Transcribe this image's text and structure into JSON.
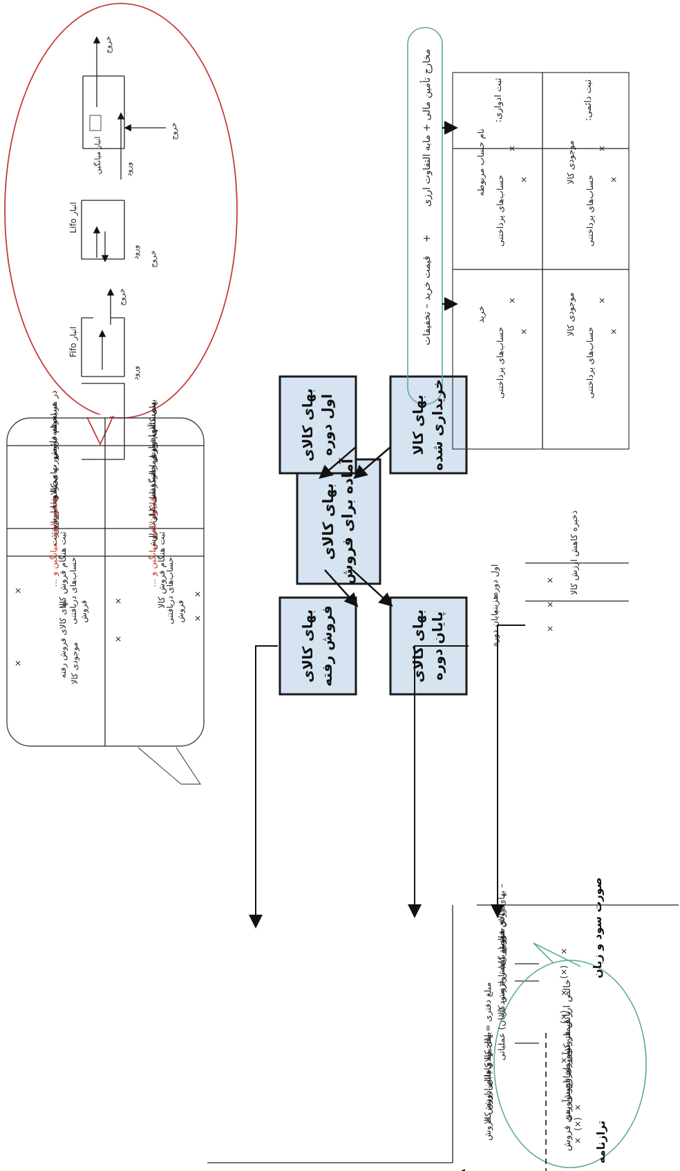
{
  "central": {
    "available": [
      "بهای کالای",
      "آماده برای فروش"
    ],
    "beginning": [
      "بهای کالای",
      "اول دوره"
    ],
    "purchased": [
      "بهای کالا",
      "خریداری شده"
    ],
    "cogs": [
      "بهای کالای",
      "فروش رفته"
    ],
    "ending": [
      "بهای کالای",
      "پایان دوره"
    ]
  },
  "systems": {
    "perpetual": {
      "title": "سیستم دائمی",
      "desc": [
        "در هر لحظه فروش، بهای کالای فروش",
        "رفته به صورت مجزا محاسبه و ثبت",
        "می‌شود، با روش:"
      ],
      "methods": "فایفو، لایفو، میانگین و …",
      "entry_title": "ثبت هنگام فروش کالا",
      "entry_lines": [
        "حساب‌های دریافتنی",
        "فروش",
        "بهای کالای فروش رفته",
        "موجودی کالا"
      ],
      "mark": "×"
    },
    "periodic": {
      "title": "سیستم ادواری",
      "desc": [
        "بهای کالای فروش رفته فقط یکبار",
        "آنهم بعد از انبارگردانی پایان سال",
        "محاسبه می‌شود، با روش:"
      ],
      "methods": "فایفو، لایفو، میانگین و …",
      "entry_title": "ثبت هنگام فروش کالا",
      "entry_lines": [
        "حساب‌های دریافتنی",
        "فروش"
      ],
      "mark": "×"
    }
  },
  "warehouses": {
    "fifo": "انبار Fifo",
    "lifo": "انبار Lifo",
    "avg": "انبار میانگین",
    "in": "ورود",
    "out": "خروج"
  },
  "purchase_formula": {
    "left": "قیمت خرید – تخفیفات",
    "plus": "+",
    "right": "مخارج تأمین مالی + مابه التفاوت ارزی"
  },
  "journal_table": {
    "rows": [
      {
        "label": "ثبت ادواری:",
        "entries": [
          {
            "debit": "خرید",
            "credit": "حساب‌های پرداختنی"
          },
          {
            "debit": "نام حساب مربوطه",
            "credit": "حساب‌های پرداختنی"
          }
        ]
      },
      {
        "label": "ثبت دائمی:",
        "entries": [
          {
            "debit": "موجودی کالا",
            "credit": "حساب‌های پرداختنی"
          },
          {
            "debit": "موجودی کالا",
            "credit": "حساب‌های پرداختنی"
          }
        ]
      }
    ],
    "mark": "×"
  },
  "income_statement": {
    "title": "صورت سود و زیان",
    "lines": [
      {
        "text": "فروش خالص",
        "amt": "×"
      },
      {
        "text": "– بهای کالای فروش رفته",
        "amt": "(×)"
      },
      {
        "text": "= سود (زیان) ناویژه",
        "amt": "×"
      },
      {
        "text": "– هزینه کاهش ارزش کالا",
        "amt": "(×)"
      },
      {
        "text": "= سود (زیان) عملیاتی",
        "amt": "×"
      }
    ]
  },
  "balance_sheet": {
    "title": "ترازنامه",
    "lines": [
      {
        "text": "بهای کالای پایان دوره",
        "amt": "×"
      },
      {
        "text": "– ذخیره کاهش ارزش کالا",
        "amt": "(×)"
      },
      {
        "text": "مبلغ دفتری = اقل بها و خالص ارزش فروش",
        "amt": "×"
      }
    ]
  },
  "reserve_account": {
    "title": "ذخیره کاهش ارزش کالا",
    "lines": [
      "اول دوره",
      "هزینه",
      "پایان دوره"
    ],
    "mark": "×"
  },
  "nrv_note": [
    "خالص ارزش فروش برابر است",
    "با قیمت برآوردی فروش پس",
    "از کسر مخارج برآوردی فروش"
  ]
}
